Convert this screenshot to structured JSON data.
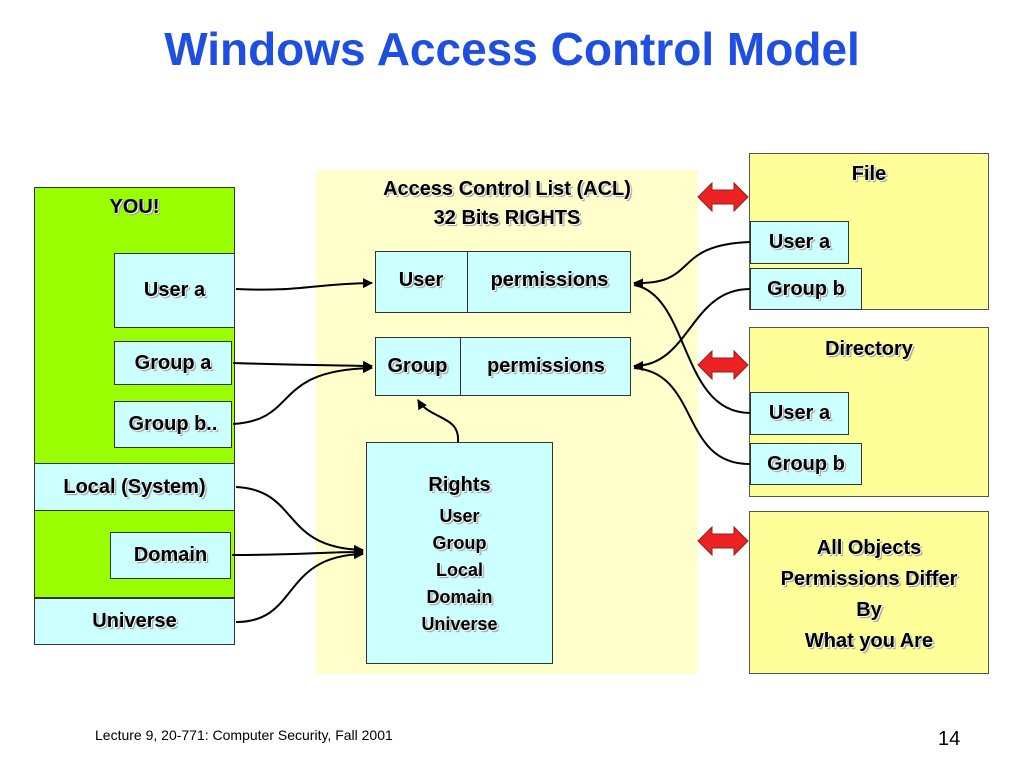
{
  "title": "Windows Access Control Model",
  "you": {
    "label": "YOU!",
    "user_a": "User a",
    "group_a": "Group a",
    "group_b": "Group b..",
    "local": "Local (System)",
    "domain": "Domain",
    "universe": "Universe"
  },
  "acl": {
    "title_line1": "Access Control List (ACL)",
    "title_line2": "32 Bits RIGHTS",
    "user_row": {
      "name": "User",
      "perm": "permissions"
    },
    "group_row": {
      "name": "Group",
      "perm": "permissions"
    },
    "rights": {
      "heading": "Rights",
      "items": [
        "User",
        "Group",
        "Local",
        "Domain",
        "Universe"
      ]
    }
  },
  "objects": {
    "file": {
      "title": "File",
      "user": "User a",
      "group": "Group b"
    },
    "directory": {
      "title": "Directory",
      "user": "User a",
      "group": "Group b"
    },
    "all": {
      "line1": "All Objects",
      "line2": "Permissions Differ",
      "line3": "By",
      "line4": "What you Are"
    }
  },
  "footer": {
    "text": "Lecture 9, 20-771: Computer Security,  Fall 2001",
    "page": "14"
  },
  "colors": {
    "title": "#1f4fe0",
    "green": "#99ff00",
    "cyan": "#ccffff",
    "acl_bg": "#ffffcc",
    "object_bg": "#ffff99",
    "arrow_red": "#ee2222"
  }
}
